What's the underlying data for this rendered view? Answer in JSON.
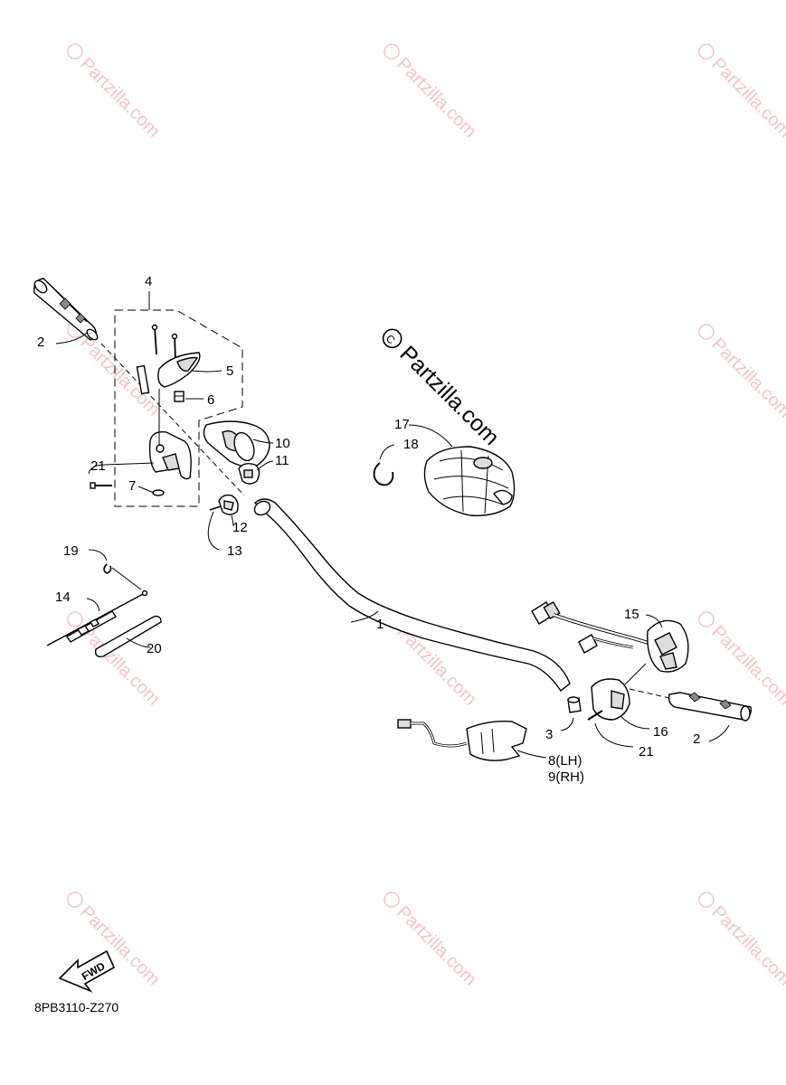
{
  "watermark": {
    "symbol": "©",
    "text": "Partzilla.com",
    "color": "#f2c4c4"
  },
  "center_watermark": {
    "symbol": "©",
    "text": "Partzilla.com"
  },
  "callouts": {
    "c1": "1",
    "c2_left": "2",
    "c2_right": "2",
    "c3": "3",
    "c4": "4",
    "c5": "5",
    "c6": "6",
    "c7": "7",
    "c8": "8(LH)",
    "c9": "9(RH)",
    "c10": "10",
    "c11": "11",
    "c12": "12",
    "c13": "13",
    "c14": "14",
    "c15": "15",
    "c16": "16",
    "c17": "17",
    "c18": "18",
    "c19": "19",
    "c20": "20",
    "c21_left": "21",
    "c21_right": "21"
  },
  "fwd_label": "FWD",
  "diagram_code": "8PB3110-Z270"
}
